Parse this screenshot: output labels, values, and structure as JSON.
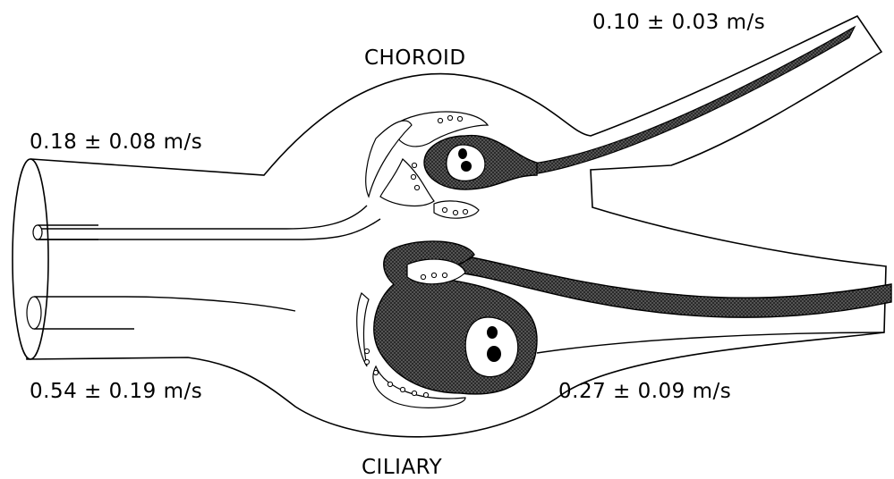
{
  "labels": {
    "choroid": "CHOROID",
    "ciliary": "CILIARY",
    "velocity_choroid_in": "0.18 ± 0.08 m/s",
    "velocity_choroid_out": "0.10 ± 0.03 m/s",
    "velocity_ciliary_in": "0.54 ± 0.19 m/s",
    "velocity_ciliary_out": "0.27 ± 0.09 m/s"
  }
}
